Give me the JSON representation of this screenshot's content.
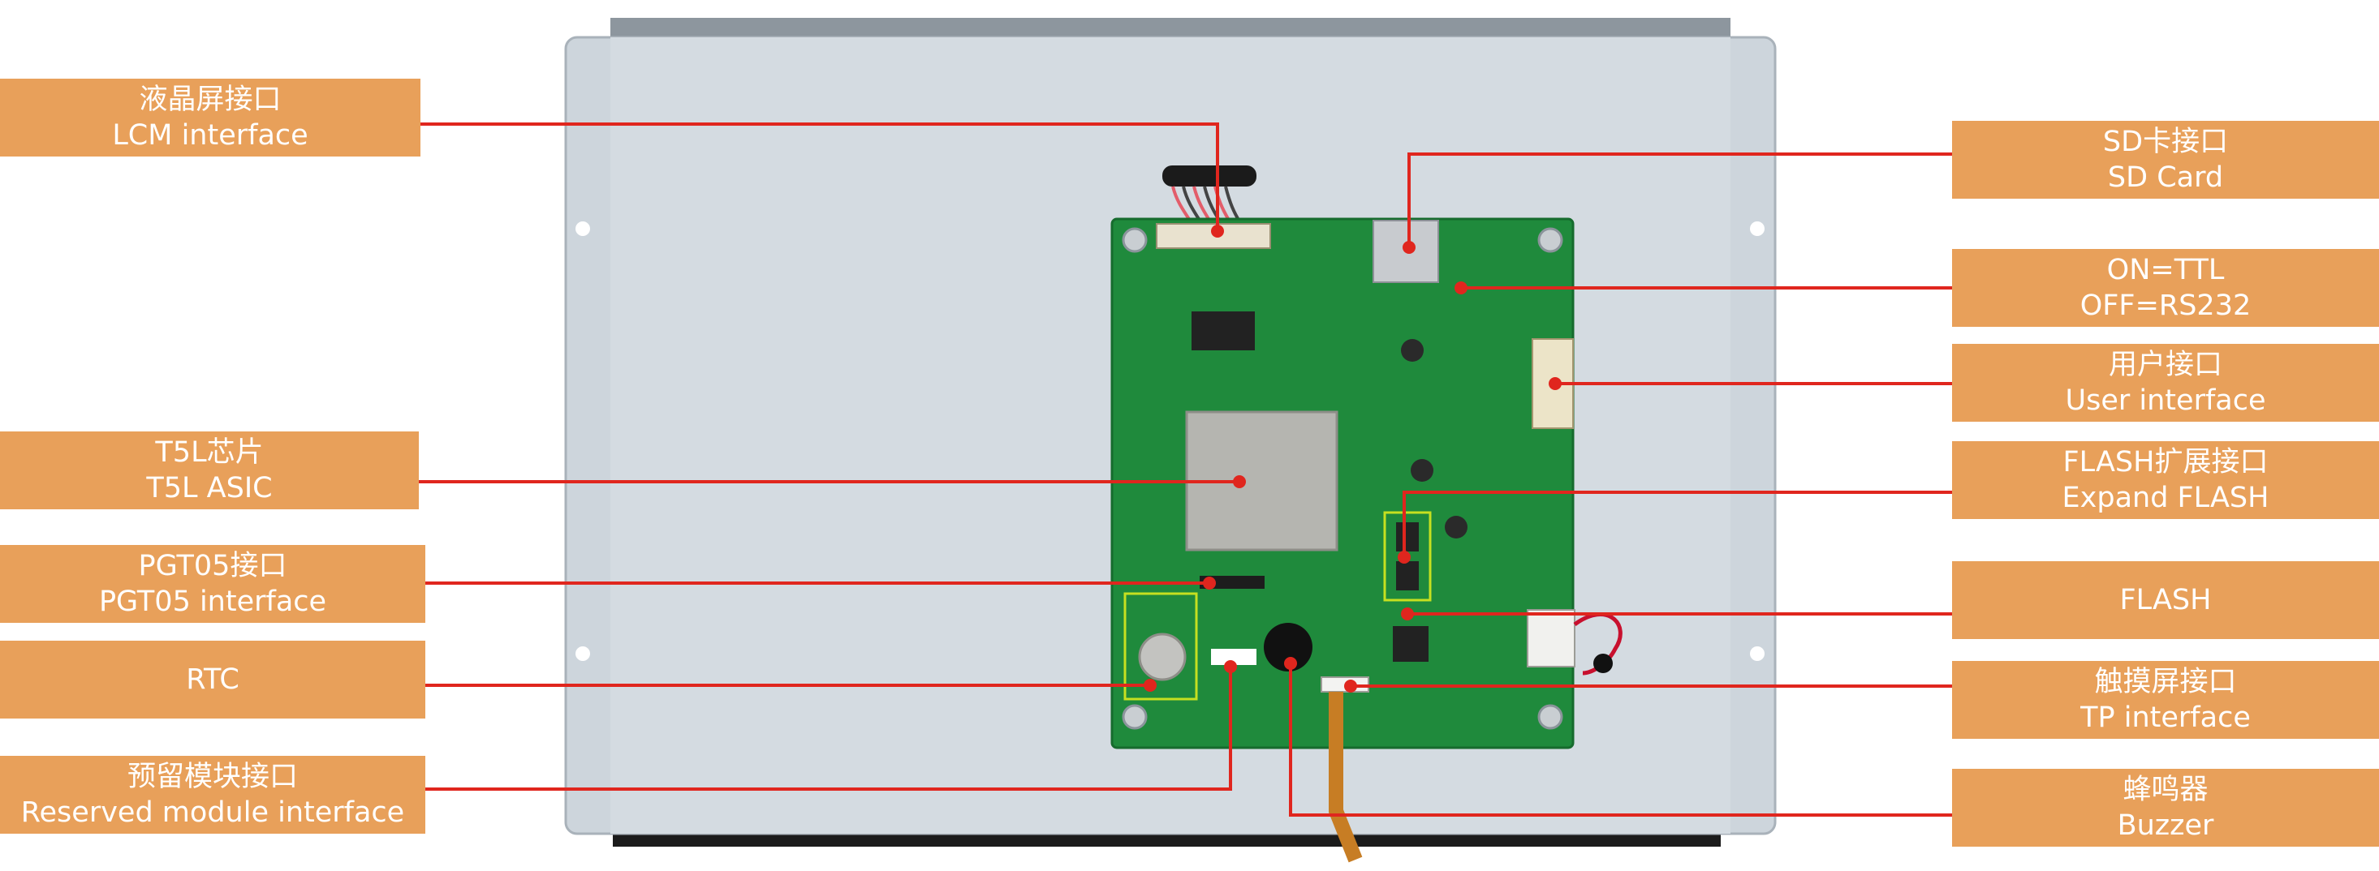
{
  "colors": {
    "label_bg": "#e8a05a",
    "label_text": "#ffffff",
    "leader_line": "#e0261e",
    "pcb": "#1f8a3c",
    "panel": "#cdd5dc"
  },
  "callouts": {
    "lcm": {
      "zh": "液晶屏接口",
      "en": "LCM interface"
    },
    "t5l": {
      "zh": "T5L芯片",
      "en": "T5L ASIC"
    },
    "pgt05": {
      "zh": "PGT05接口",
      "en": "PGT05 interface"
    },
    "rtc": {
      "zh": "RTC"
    },
    "reserved": {
      "zh": "预留模块接口",
      "en": "Reserved module interface"
    },
    "sd": {
      "zh": "SD卡接口",
      "en": "SD Card"
    },
    "ttl": {
      "zh": "ON=TTL",
      "en": "OFF=RS232"
    },
    "user": {
      "zh": "用户接口",
      "en": "User interface"
    },
    "expflash": {
      "zh": "FLASH扩展接口",
      "en": "Expand FLASH"
    },
    "flash": {
      "zh": "FLASH"
    },
    "tp": {
      "zh": "触摸屏接口",
      "en": "TP interface"
    },
    "buzzer": {
      "zh": "蜂鸣器",
      "en": "Buzzer"
    }
  }
}
